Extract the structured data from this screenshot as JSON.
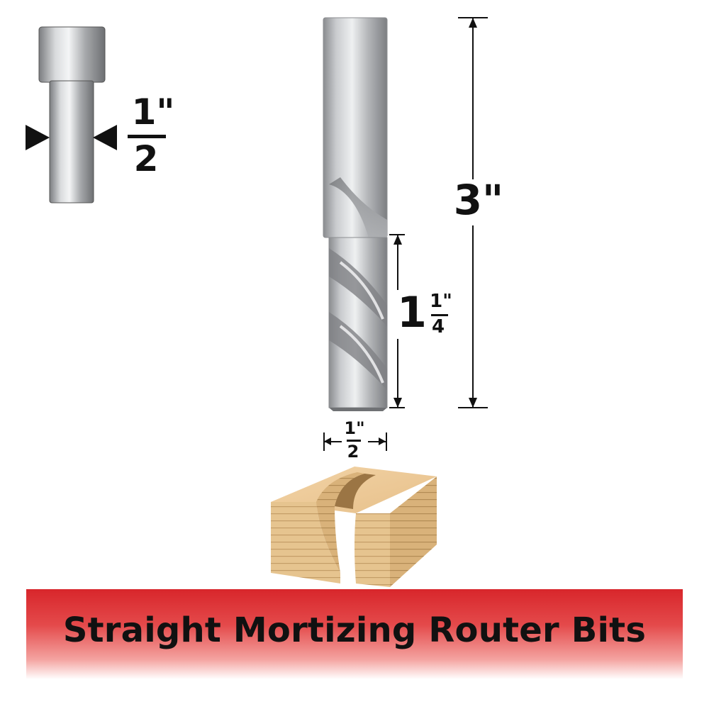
{
  "shank_diameter": {
    "numerator": "1\"",
    "denominator": "2"
  },
  "overall_length": {
    "label": "3\""
  },
  "cutting_length": {
    "whole": "1",
    "numerator": "1\"",
    "denominator": "4"
  },
  "cutting_diameter": {
    "numerator": "1\"",
    "denominator": "2"
  },
  "banner": {
    "title": "Straight Mortizing Router Bits"
  },
  "colors": {
    "banner_red": "#d8262b",
    "text": "#111111",
    "wood": "#e8c89a"
  },
  "icons": [
    "shank-diagram-icon",
    "router-bit-icon",
    "wood-mortise-icon",
    "arrow-head-icon"
  ]
}
